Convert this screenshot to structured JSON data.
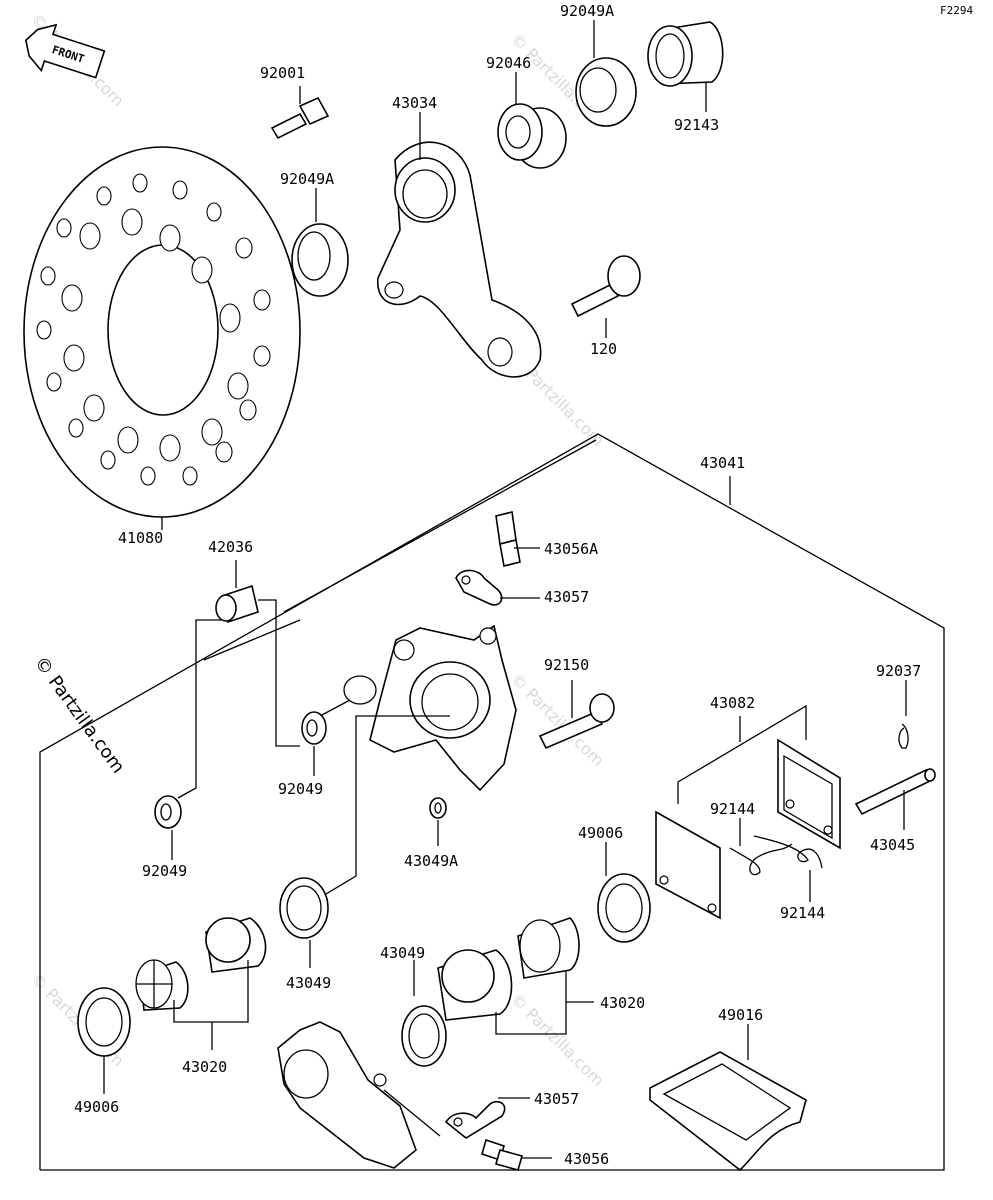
{
  "figure_code": "F2294",
  "front_label": "FRONT",
  "watermark": "© Partzilla.com",
  "watermark_faint": "© Partzilla.com",
  "labels": {
    "p41080": "41080",
    "p92001": "92001",
    "p43034": "43034",
    "p92046": "92046",
    "p92049A_top": "92049A",
    "p92049A_mid": "92049A",
    "p92143": "92143",
    "p120": "120",
    "p43041": "43041",
    "p42036": "42036",
    "p43056A": "43056A",
    "p43057_top": "43057",
    "p92150": "92150",
    "p92037": "92037",
    "p43082": "43082",
    "p92049_mid": "92049",
    "p92049_left": "92049",
    "p43049A": "43049A",
    "p49006_right": "49006",
    "p92144_a": "92144",
    "p92144_b": "92144",
    "p43045": "43045",
    "p43049_left": "43049",
    "p43049_right": "43049",
    "p43020_left": "43020",
    "p43020_right": "43020",
    "p49016": "49016",
    "p49006_left": "49006",
    "p43057_bottom": "43057",
    "p43056": "43056"
  }
}
